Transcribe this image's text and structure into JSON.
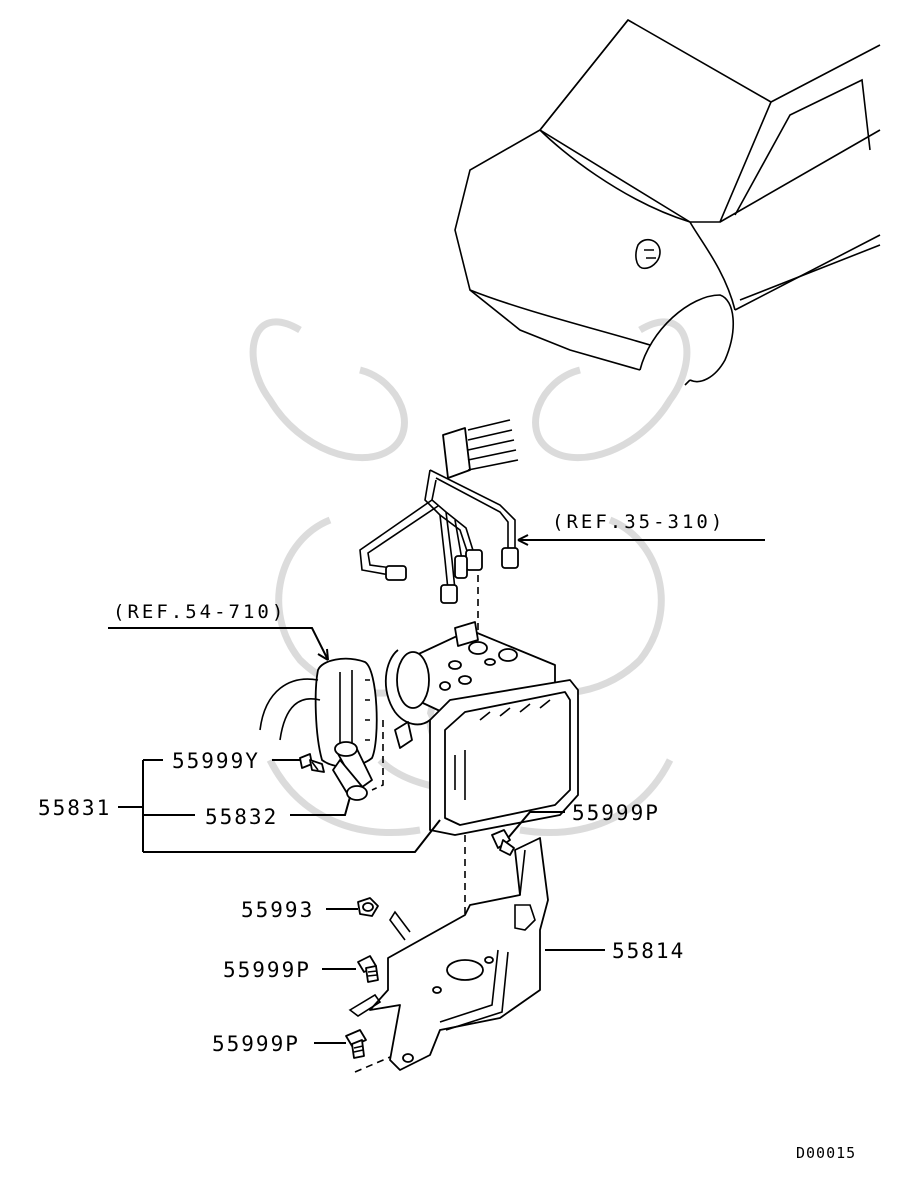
{
  "diagram": {
    "references": {
      "brake_lines": "(REF.35-310)",
      "harness": "(REF.54-710)"
    },
    "parts": {
      "assembly": "55831",
      "bolt_y": "55999Y",
      "bushing": "55832",
      "bolt_p_upper": "55999P",
      "nut": "55993",
      "bolt_p_middle": "55999P",
      "bolt_p_lower": "55999P",
      "bracket": "55814"
    },
    "diagram_code": "D00015"
  }
}
